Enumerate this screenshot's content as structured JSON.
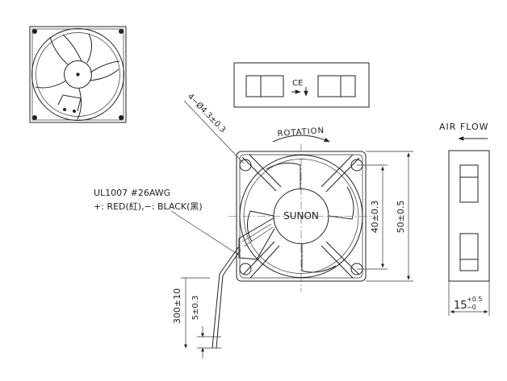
{
  "brand_label": "SUNON",
  "rotation_label": "ROTATION",
  "air_flow_label": "AIR FLOW",
  "mounting_holes_label": "4−Ø4.3±0.3",
  "cable_spec": "UL1007  #26AWG",
  "wire_colors": "+: RED(紅),−: BLACK(黑)",
  "dimensions": {
    "hole_pitch": "40±0.3",
    "frame_size": "50±0.5",
    "lead_length": "300±10",
    "strip_length": "5±0.3",
    "thickness_main": "15",
    "thickness_tol_upper": "+0.5",
    "thickness_tol_lower": "−0"
  },
  "label_mark_symbols": "CE"
}
